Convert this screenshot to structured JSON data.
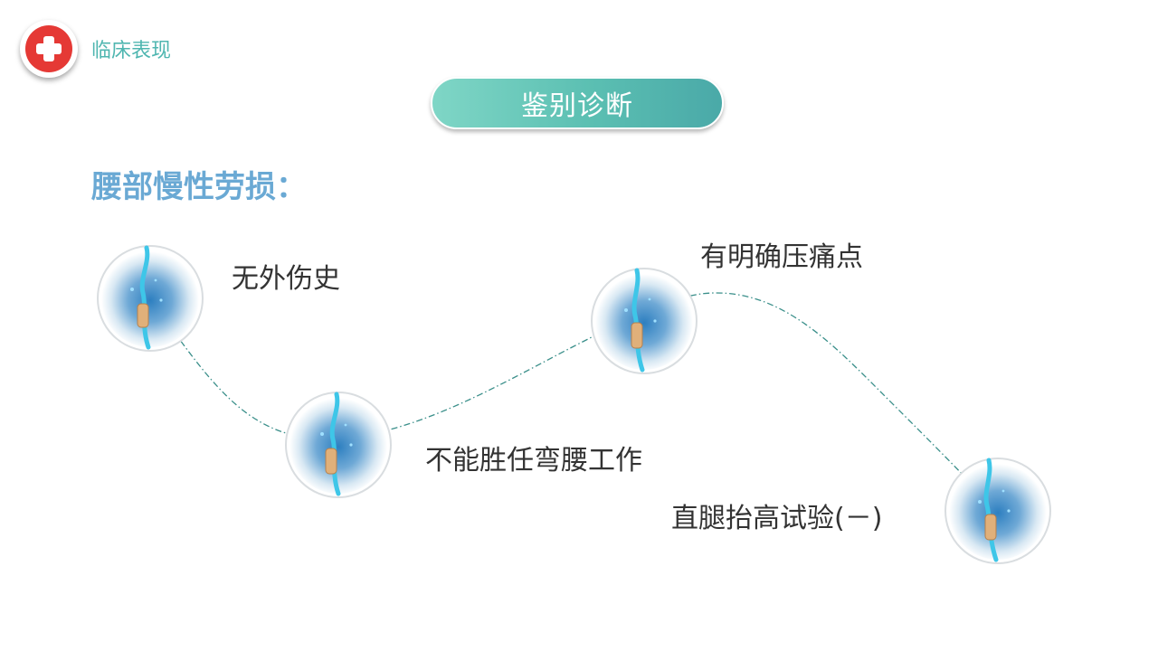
{
  "header": {
    "logo_icon": "medical-cross-icon",
    "section_title": "临床表现"
  },
  "title_pill": {
    "text": "鉴别诊断"
  },
  "heading": "腰部慢性劳损：",
  "points": [
    {
      "label": "无外伤史",
      "icon": "spine-icon"
    },
    {
      "label": "不能胜任弯腰工作",
      "icon": "spine-icon"
    },
    {
      "label": "有明确压痛点",
      "icon": "spine-icon"
    },
    {
      "label": "直腿抬高试验(－)",
      "icon": "spine-icon"
    }
  ],
  "colors": {
    "accent_teal": "#4fb6b0",
    "heading_blue": "#6aa9d4",
    "logo_red": "#e53935",
    "text_dark": "#333333"
  }
}
